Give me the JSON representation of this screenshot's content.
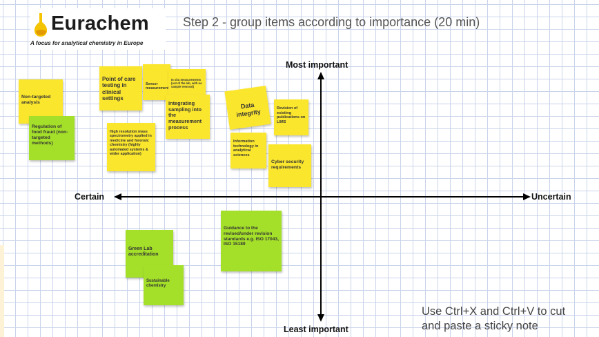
{
  "logo": {
    "name": "Eurachem",
    "tagline": "A focus for analytical chemistry in Europe",
    "icon": "flask-icon"
  },
  "title": "Step 2 - group items according to importance (20 min)",
  "axes": {
    "top": "Most important",
    "bottom": "Least important",
    "left": "Certain",
    "right": "Uncertain"
  },
  "notes": {
    "non_targeted": "Non-targeted analysis",
    "food_fraud": "Regulation of food fraud (non-targeted methods)",
    "point_of_care": "Point of care testing in clinical settings",
    "sensor": "Sensor measurements",
    "in_situ": "In situ measurements (out of the lab, with no sample removal)",
    "integrating": "Integrating sampling into the measurement process",
    "high_res": "High resolution mass spectrometry applied in medicine and forensic chemistry (highly automated systems & wider application)",
    "data_integrity": "Data integrity",
    "revision": "Revision of existing publications on LIMS",
    "info_tech": "Information technology in analytical sciences",
    "cyber": "Cyber security requirements",
    "guidance": "Guidance to the revised/under revision standards e.g. ISO 17043, ISO 15189",
    "green_lab": "Green Lab accreditation",
    "sustainable": "Sustainable chemistry"
  },
  "instructions": {
    "line1": "Use Ctrl+X and Ctrl+V to cut",
    "line2": "and paste a sticky note"
  },
  "colors": {
    "yellow_note": "#fbe62e",
    "green_note": "#a4e02a",
    "grid": "#c9d3ea"
  }
}
